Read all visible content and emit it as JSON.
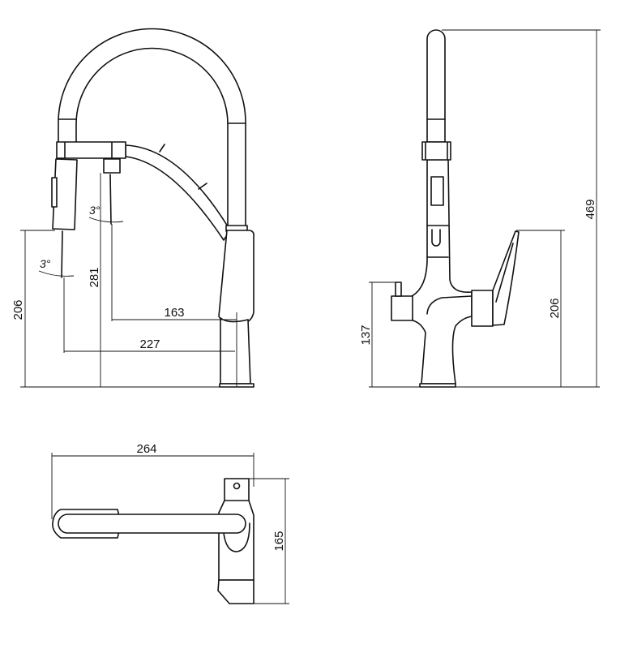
{
  "drawing": {
    "front_view": {
      "dim_spout_outlet_height": "206",
      "dim_aerator_height": "281",
      "dim_aerator_reach": "163",
      "dim_spout_reach": "227",
      "angle_1": "3°",
      "angle_2": "3°"
    },
    "side_view": {
      "dim_filter_outlet_height": "137",
      "dim_lever_height": "206",
      "dim_total_height": "469"
    },
    "top_view": {
      "dim_total_length": "264",
      "dim_depth": "165"
    }
  }
}
